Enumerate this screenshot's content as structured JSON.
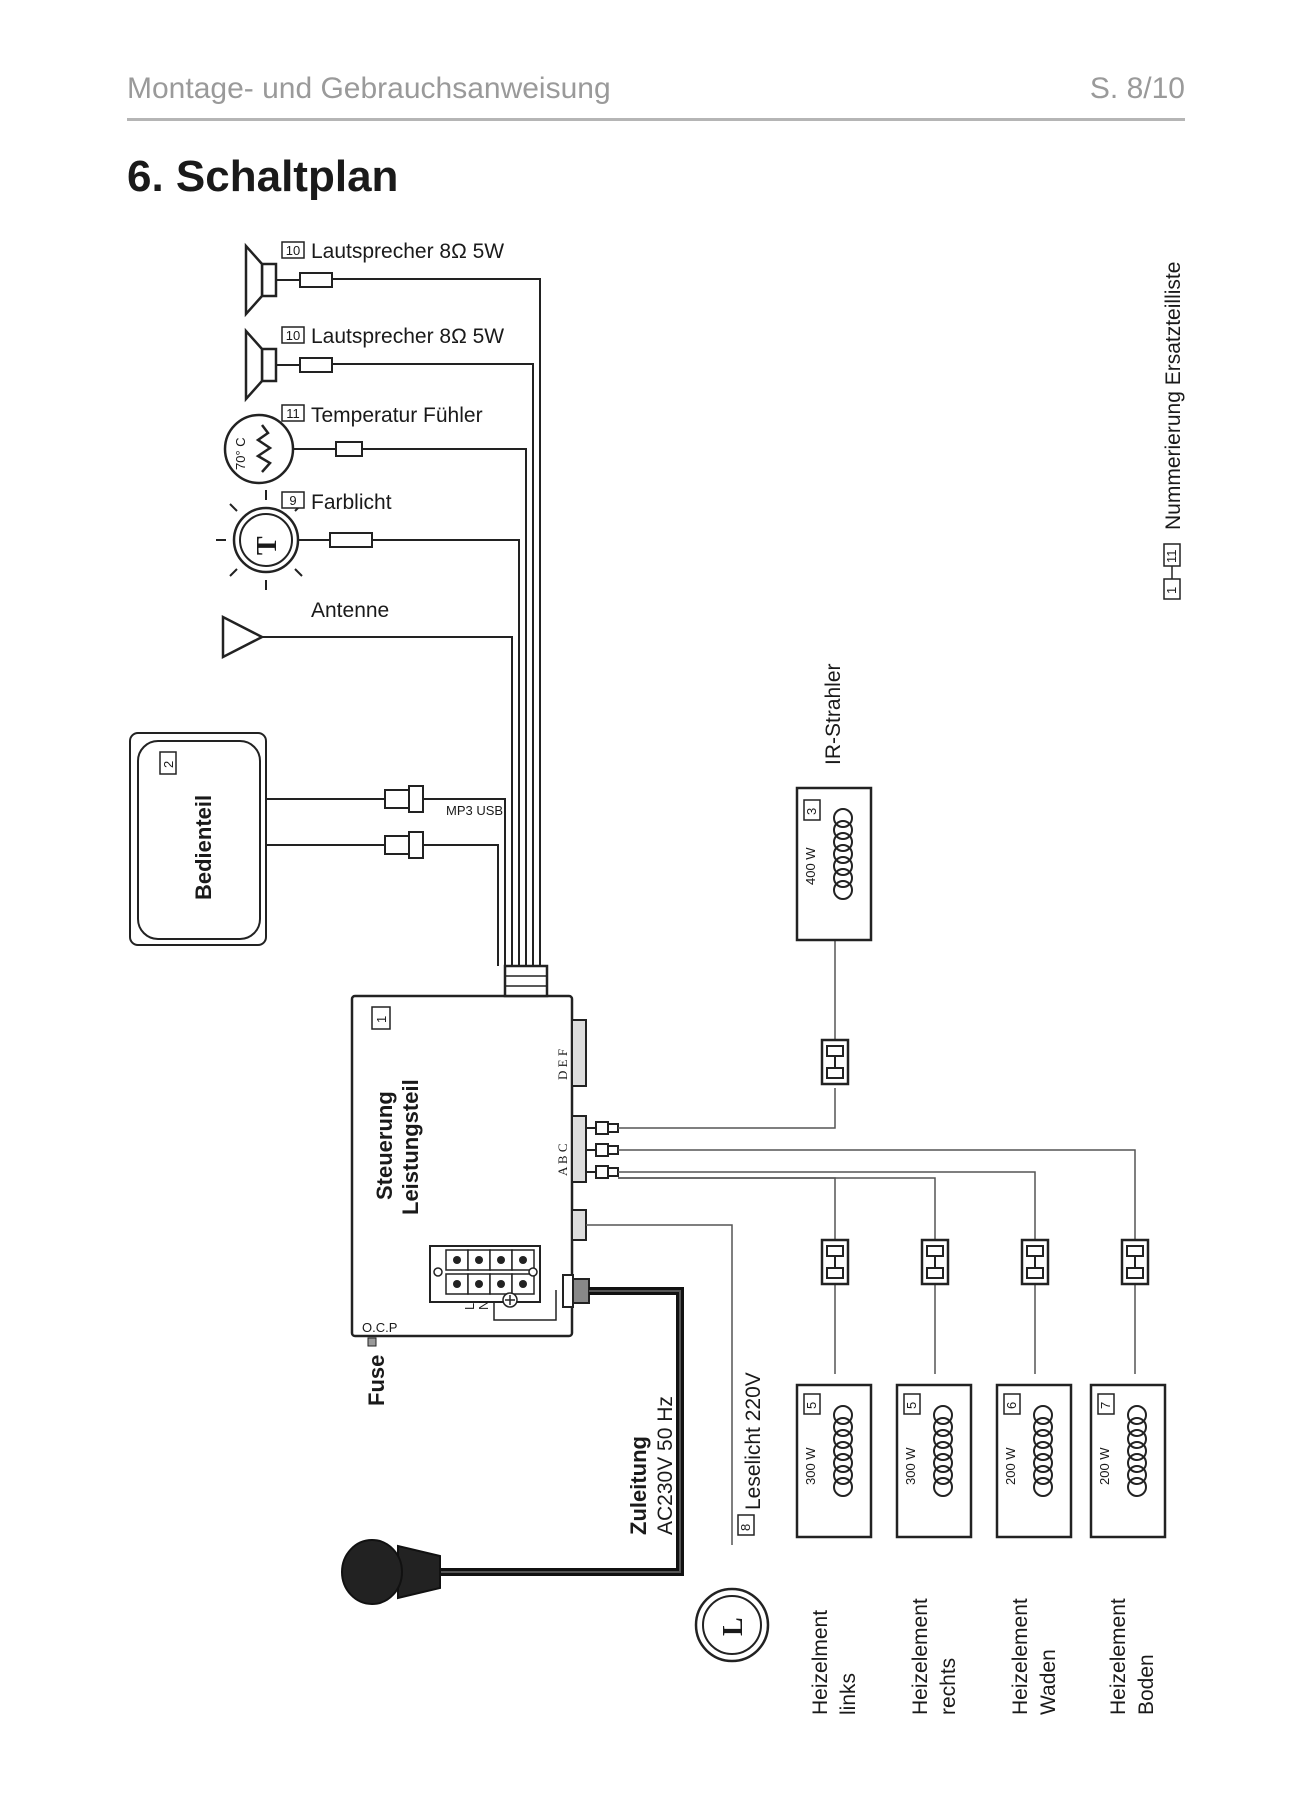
{
  "header": {
    "title": "Montage- und Gebrauchsanweisung",
    "page": "S. 8/10"
  },
  "section_title": "6. Schaltplan",
  "components": {
    "speaker1": {
      "badge": "10",
      "label": "Lautsprecher 8Ω 5W"
    },
    "speaker2": {
      "badge": "10",
      "label": "Lautsprecher 8Ω 5W"
    },
    "temp_sensor": {
      "badge": "11",
      "label": "Temperatur Fühler",
      "dial": "70° C"
    },
    "colorlight": {
      "badge": "9",
      "label": "Farblicht",
      "symbol": "T"
    },
    "antenna": {
      "label": "Antenne"
    },
    "control_panel": {
      "badge": "2",
      "label": "Bedienteil",
      "connector_label": "MP3 USB"
    },
    "controller": {
      "badge": "1",
      "line1": "Steuerung",
      "line2": "Leistungsteil",
      "ocp": "O.C.P",
      "fuse": "Fuse",
      "port_def": "D E F",
      "port_abc": "A B C",
      "terminal_l": "L",
      "terminal_n": "N"
    },
    "ir_emitter": {
      "badge": "3",
      "label": "IR-Strahler",
      "power": "400 W"
    },
    "heaters": [
      {
        "badge": "5",
        "power": "300 W",
        "name_line1": "Heizelment",
        "name_line2": "links"
      },
      {
        "badge": "5",
        "power": "300 W",
        "name_line1": "Heizelement",
        "name_line2": "rechts"
      },
      {
        "badge": "6",
        "power": "200 W",
        "name_line1": "Heizelement",
        "name_line2": "Waden"
      },
      {
        "badge": "7",
        "power": "200 W",
        "name_line1": "Heizelement",
        "name_line2": "Boden"
      }
    ],
    "supply": {
      "line1": "Zuleitung",
      "line2": "AC230V  50 Hz"
    },
    "reading_light": {
      "badge": "8",
      "label": "Leselicht 220V",
      "symbol": "L"
    }
  },
  "legend": {
    "badge_from": "1",
    "badge_to": "11",
    "text": "Nummerierung  Ersatzteilliste"
  }
}
